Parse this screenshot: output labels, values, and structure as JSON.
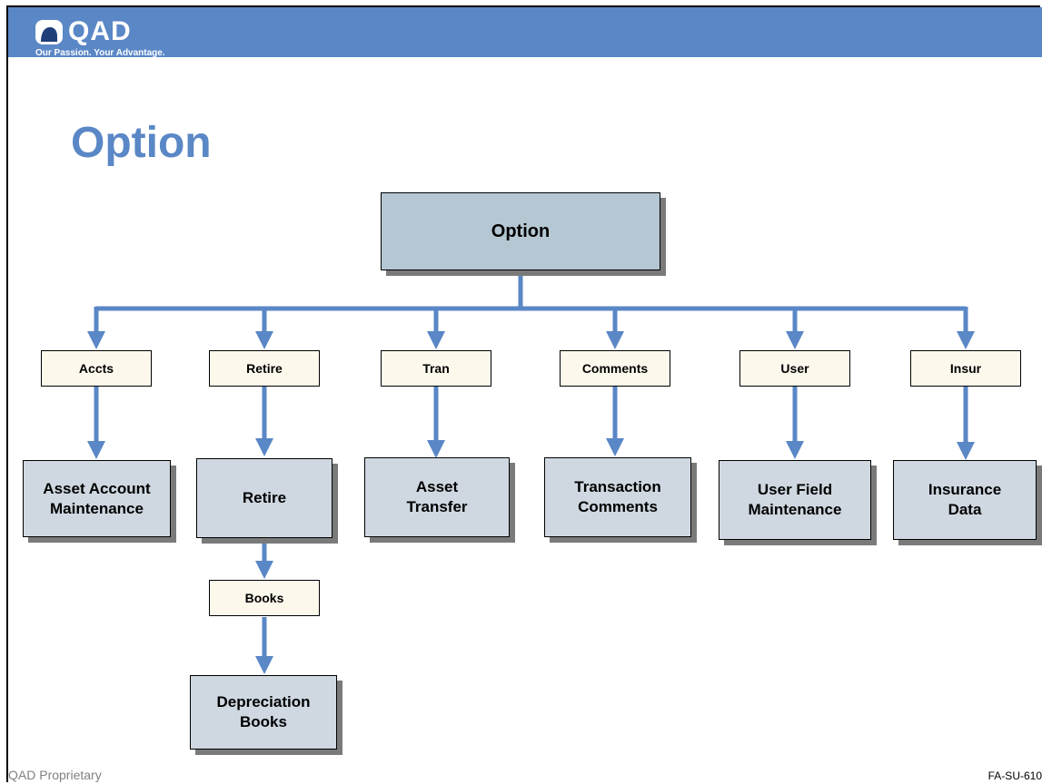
{
  "brand": {
    "name": "QAD",
    "tagline": "Our Passion. Your Advantage.",
    "header_color": "#5a87c6",
    "logo_icon": "qad-logo-icon"
  },
  "title": "Option",
  "diagram": {
    "root": "Option",
    "branches": [
      {
        "label": "Accts",
        "target": "Asset Account\nMaintenance"
      },
      {
        "label": "Retire",
        "target": "Retire",
        "sub": {
          "label": "Books",
          "target": "Depreciation\nBooks"
        }
      },
      {
        "label": "Tran",
        "target": "Asset\nTransfer"
      },
      {
        "label": "Comments",
        "target": "Transaction\nComments"
      },
      {
        "label": "User",
        "target": "User Field\nMaintenance"
      },
      {
        "label": "Insur",
        "target": "Insurance\nData"
      }
    ],
    "colors": {
      "connector": "#5a87c6",
      "box_fill": "#cfd8e1",
      "root_fill": "#b5c7d3",
      "label_fill": "#fcf8ec",
      "shadow": "#7a7a7a"
    }
  },
  "footer": {
    "left": "QAD Proprietary",
    "right": "FA-SU-610"
  }
}
